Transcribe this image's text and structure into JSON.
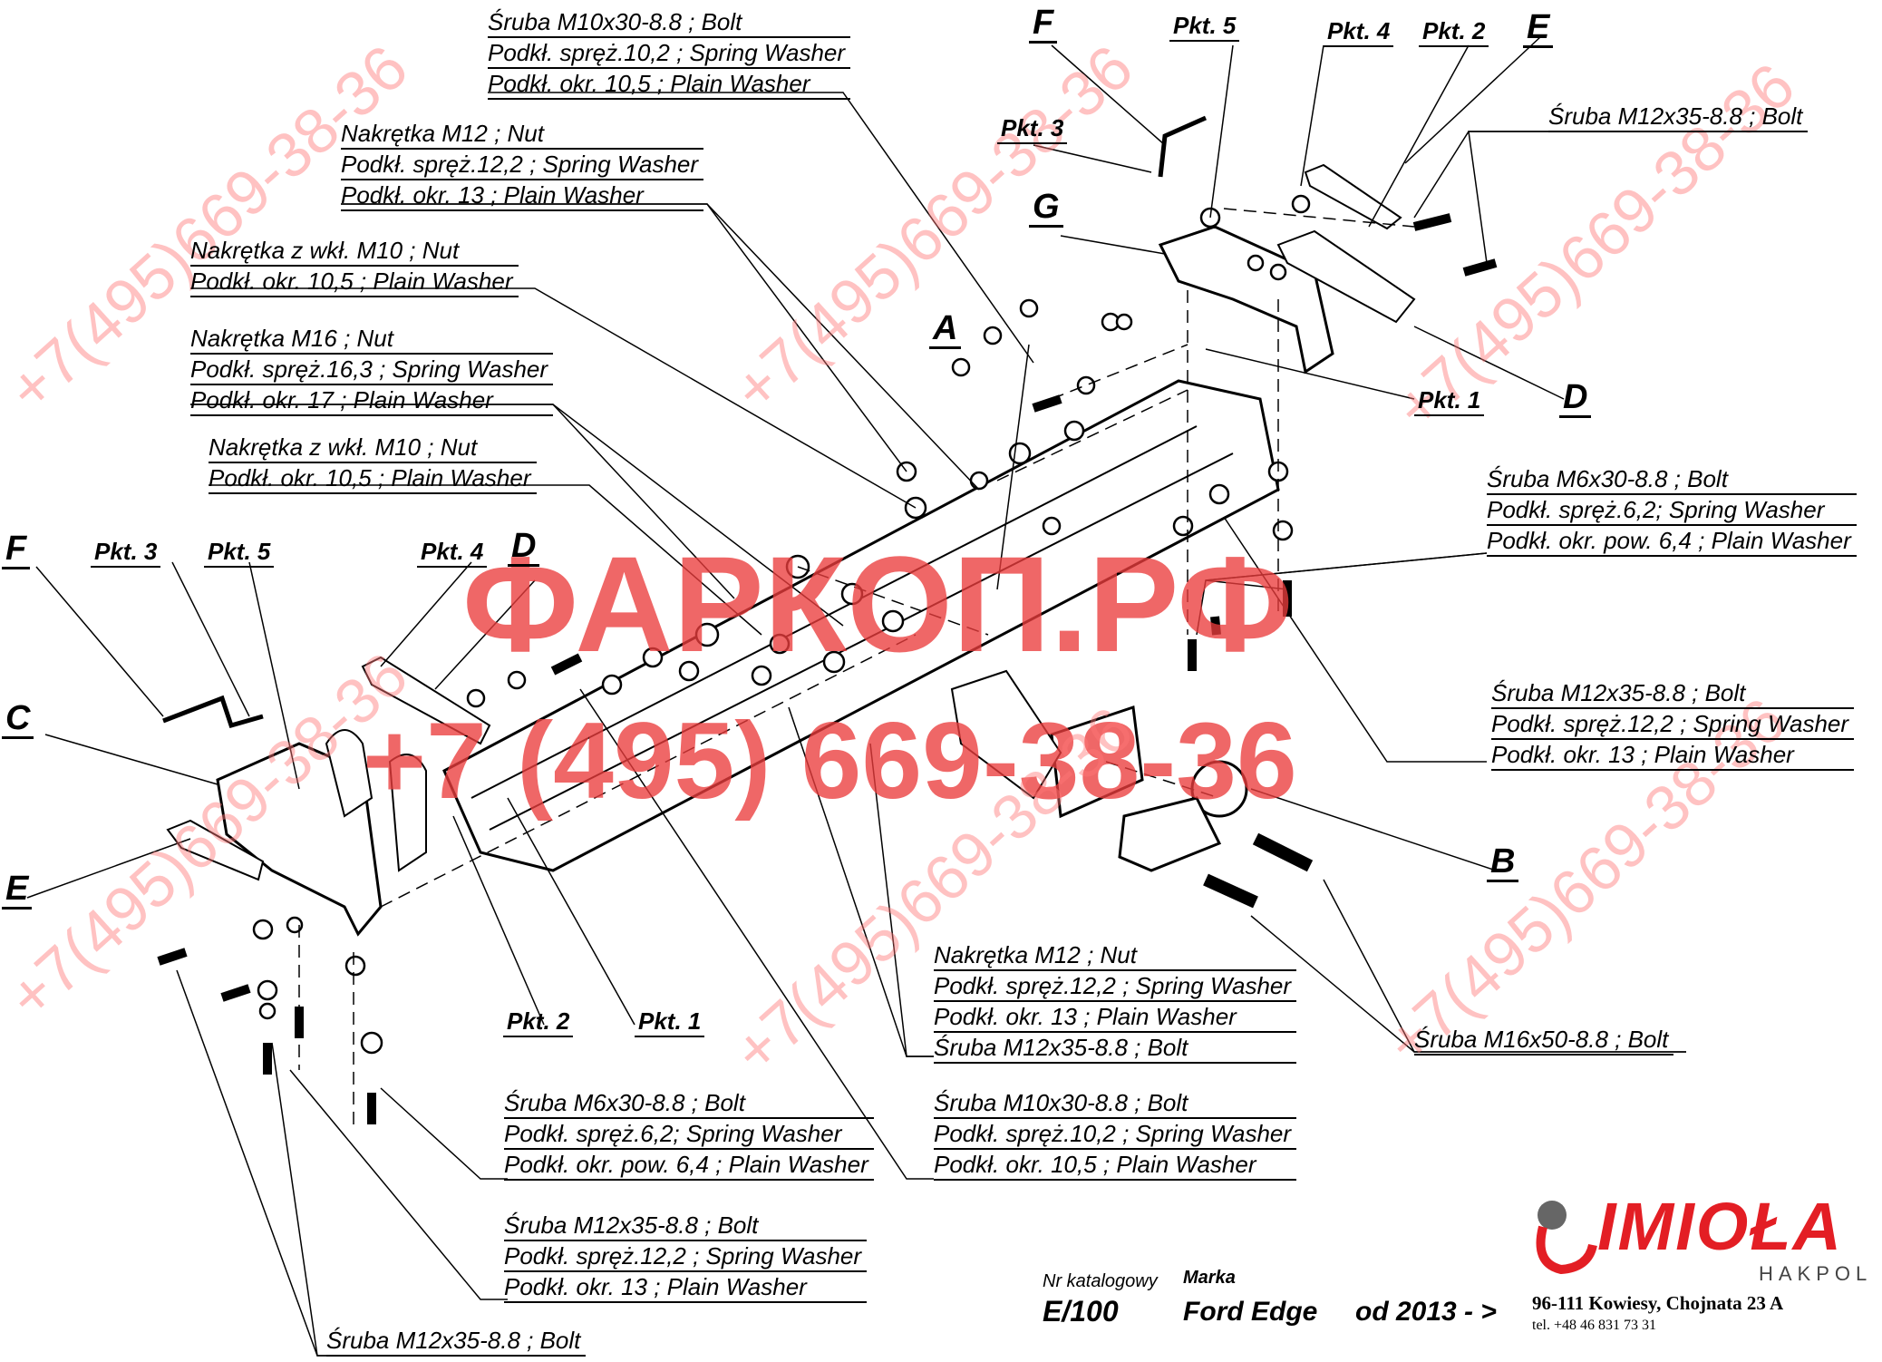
{
  "watermark": {
    "brand": "ФАРКОП.РФ",
    "phone_big": "+7 (495) 669-38-36",
    "phone_diag": "+7(495)669-38-36"
  },
  "callouts": {
    "top_bolt_m10": [
      "Śruba M10x30-8.8 ;  Bolt",
      "Podkł. spręż.10,2 ; Spring Washer",
      "Podkł. okr. 10,5 ; Plain Washer"
    ],
    "nut_m12_top": [
      "Nakrętka  M12 ; Nut",
      "Podkł. spręż.12,2 ; Spring Washer",
      "Podkł. okr. 13 ; Plain Washer"
    ],
    "nut_m10_ins_top": [
      "Nakrętka  z wkł. M10 ; Nut",
      "Podkł. okr. 10,5 ; Plain Washer"
    ],
    "nut_m16": [
      "Nakrętka  M16 ; Nut",
      "Podkł. spręż.16,3 ; Spring Washer",
      "Podkł. okr. 17 ; Plain Washer"
    ],
    "nut_m10_ins_mid": [
      "Nakrętka  z wkł. M10 ; Nut",
      "Podkł. okr. 10,5 ; Plain Washer"
    ],
    "bolt_m12_top_right": [
      "Śruba M12x35-8.8 ;  Bolt"
    ],
    "bolt_m6_right": [
      "Śruba M6x30-8.8 ;  Bolt",
      "Podkł. spręż.6,2; Spring Washer",
      "Podkł. okr. pow. 6,4 ; Plain Washer"
    ],
    "bolt_m12_right": [
      "Śruba M12x35-8.8 ;  Bolt",
      "Podkł. spręż.12,2 ; Spring Washer",
      "Podkł. okr. 13 ; Plain Washer"
    ],
    "nut_m12_bottom": [
      "Nakrętka  M12 ; Nut",
      "Podkł. spręż.12,2 ; Spring Washer",
      "Podkł. okr. 13 ; Plain Washer",
      "Śruba M12x35-8.8 ;  Bolt"
    ],
    "bolt_m16": [
      "Śruba M16x50-8.8 ;  Bolt"
    ],
    "bolt_m6_bottom": [
      "Śruba M6x30-8.8 ;  Bolt",
      "Podkł. spręż.6,2; Spring Washer",
      "Podkł. okr. pow. 6,4 ; Plain Washer"
    ],
    "bolt_m10_bottom": [
      "Śruba M10x30-8.8 ;  Bolt",
      "Podkł. spręż.10,2 ; Spring Washer",
      "Podkł. okr. 10,5 ; Plain Washer"
    ],
    "bolt_m12_bottom": [
      "Śruba M12x35-8.8 ;  Bolt",
      "Podkł. spręż.12,2 ; Spring Washer",
      "Podkł. okr. 13 ; Plain Washer"
    ],
    "bolt_m12_very_bottom": [
      "Śruba M12x35-8.8 ;  Bolt"
    ]
  },
  "letters": {
    "A": "A",
    "B": "B",
    "C": "C",
    "D": "D",
    "E": "E",
    "F": "F",
    "G": "G"
  },
  "points": {
    "pkt1": "Pkt. 1",
    "pkt2": "Pkt. 2",
    "pkt3": "Pkt. 3",
    "pkt4": "Pkt. 4",
    "pkt5": "Pkt. 5"
  },
  "title_block": {
    "catalog_label": "Nr katalogowy",
    "catalog_number": "E/100",
    "brand_label": "Marka",
    "brand_value": "Ford Edge",
    "year": "od 2013 - >"
  },
  "company": {
    "logo": "IMIOŁA",
    "subtitle": "HAKPOL",
    "address": "96-111 Kowiesy, Chojnata 23 A",
    "tel": "tel. +48 46 831 73 31",
    "logo_color": "#e31e24"
  },
  "colors": {
    "watermark": "#eb3c3c",
    "line": "#000000"
  }
}
